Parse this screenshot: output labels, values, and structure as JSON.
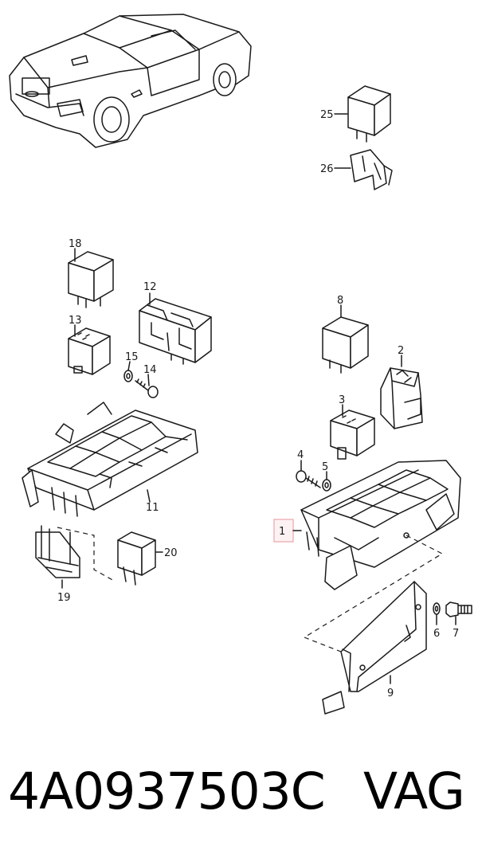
{
  "footer": {
    "part_number": "4A0937503C",
    "brand": "VAG"
  },
  "highlight_color": "#e8a0a8",
  "callouts": {
    "c1": "1",
    "c2": "2",
    "c3": "3",
    "c4": "4",
    "c5": "5",
    "c6": "6",
    "c7": "7",
    "c8": "8",
    "c9": "9",
    "c11": "11",
    "c12": "12",
    "c13": "13",
    "c14": "14",
    "c15": "15",
    "c18": "18",
    "c19": "19",
    "c20": "20",
    "c25": "25",
    "c26": "26"
  }
}
